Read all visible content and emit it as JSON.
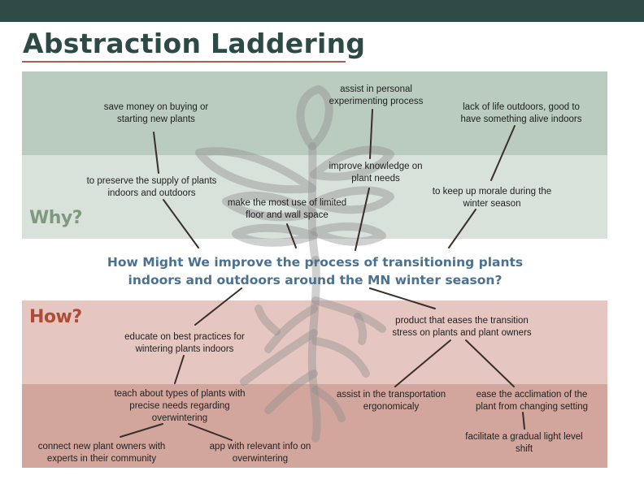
{
  "title": "Abstraction Laddering",
  "labels": {
    "why": "Why?",
    "how": "How?"
  },
  "colors": {
    "topbar": "#2f4b47",
    "title": "#2e4a45",
    "accent": "#b25f53",
    "why_band_dark": "#bacbbf",
    "why_band_light": "#d9e1db",
    "how_band_light": "#e6c6c1",
    "how_band_dark": "#d3a69d",
    "question": "#4b7190",
    "connector": "#3a2f2a"
  },
  "decoration": "plant-illustration",
  "question": "How Might We improve the process of transitioning plants indoors and outdoors around the MN winter season?",
  "why_nodes": {
    "save_money": "save money on buying or starting new plants",
    "experimenting": "assist in personal experimenting process",
    "lack_of_life": "lack of life outdoors, good to have something alive indoors",
    "preserve_supply": "to preserve the supply of plants indoors and outdoors",
    "limited_space": "make the most use of limited floor and wall space",
    "improve_knowledge": "improve knowledge on plant needs",
    "morale": "to keep up morale during the winter season"
  },
  "how_nodes": {
    "educate": "educate on best practices for wintering plants indoors",
    "product": "product that eases the transition stress on plants and plant owners",
    "teach_types": "teach about types of plants with precise needs regarding overwintering",
    "transportation": "assist in the transportation ergonomicaly",
    "acclimation": "ease the acclimation of the plant from changing setting",
    "connect_owners": "connect new plant owners with experts in their community",
    "app": "app with relevant info on overwintering",
    "gradual_light": "facilitate a gradual light level shift"
  }
}
